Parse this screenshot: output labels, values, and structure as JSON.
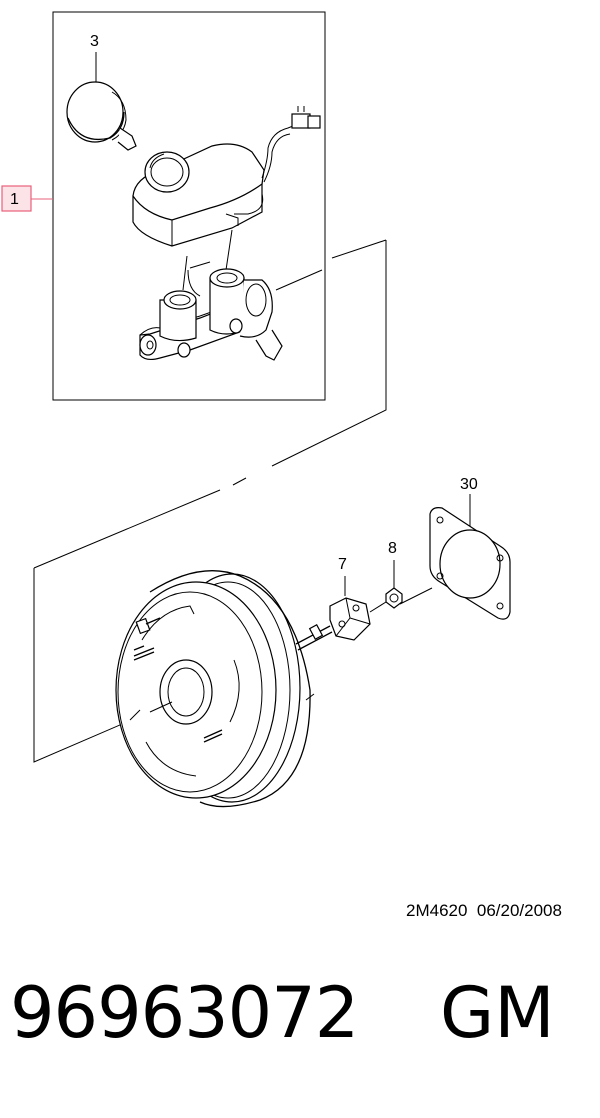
{
  "diagram": {
    "callouts": {
      "item_1": "1",
      "item_3": "3",
      "item_7": "7",
      "item_8": "8",
      "item_30": "30"
    },
    "reference": "2M4620  06/20/2008",
    "part_number": "96963072",
    "brand": "GM",
    "highlight_color": "#e8607a"
  }
}
